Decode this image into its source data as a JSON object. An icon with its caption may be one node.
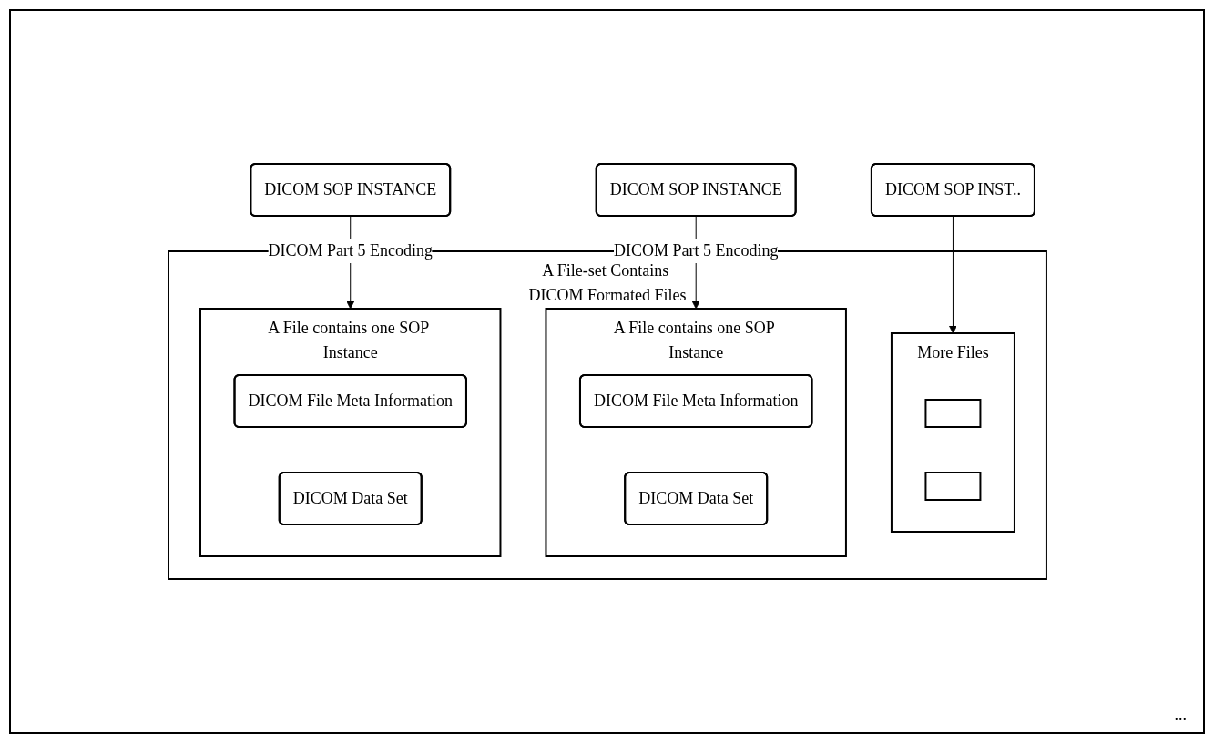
{
  "diagram": {
    "nodes": [
      {
        "text": [
          "DICOM SOP INSTANCE"
        ]
      },
      {
        "text": [
          "DICOM SOP INSTANCE"
        ]
      },
      {
        "text": [
          "DICOM SOP INST.."
        ]
      },
      {
        "text": [
          "A File-set Contains DICOM Formated Files"
        ]
      },
      {
        "text": [
          "A File contains one SOP Instance"
        ],
        "in": 3
      },
      {
        "text": [
          "DICOM File Meta Information"
        ],
        "in": 4
      },
      {
        "text": [
          "DICOM Data Set"
        ],
        "in": 4
      },
      {
        "text": [
          "A File contains one SOP Instance"
        ],
        "in": 3
      },
      {
        "text": [
          "DICOM File Meta Information"
        ],
        "in": 7
      },
      {
        "text": [
          "DICOM Data Set"
        ],
        "in": 7
      },
      {
        "text": [
          "More Files"
        ],
        "in": 3
      },
      {
        "text": [],
        "shape": "box",
        "in": 10
      },
      {
        "text": [],
        "shape": "box",
        "in": 10
      }
    ],
    "edges": [
      {
        "from": 0,
        "to": 4,
        "arrow": "to",
        "label": "DICOM Part 5 Encoding"
      },
      {
        "from": 1,
        "to": 7,
        "arrow": "to",
        "label": "DICOM Part 5 Encoding"
      },
      {
        "from": 2,
        "to": 10,
        "arrow": "to"
      }
    ],
    "labels": [
      "..."
    ]
  }
}
